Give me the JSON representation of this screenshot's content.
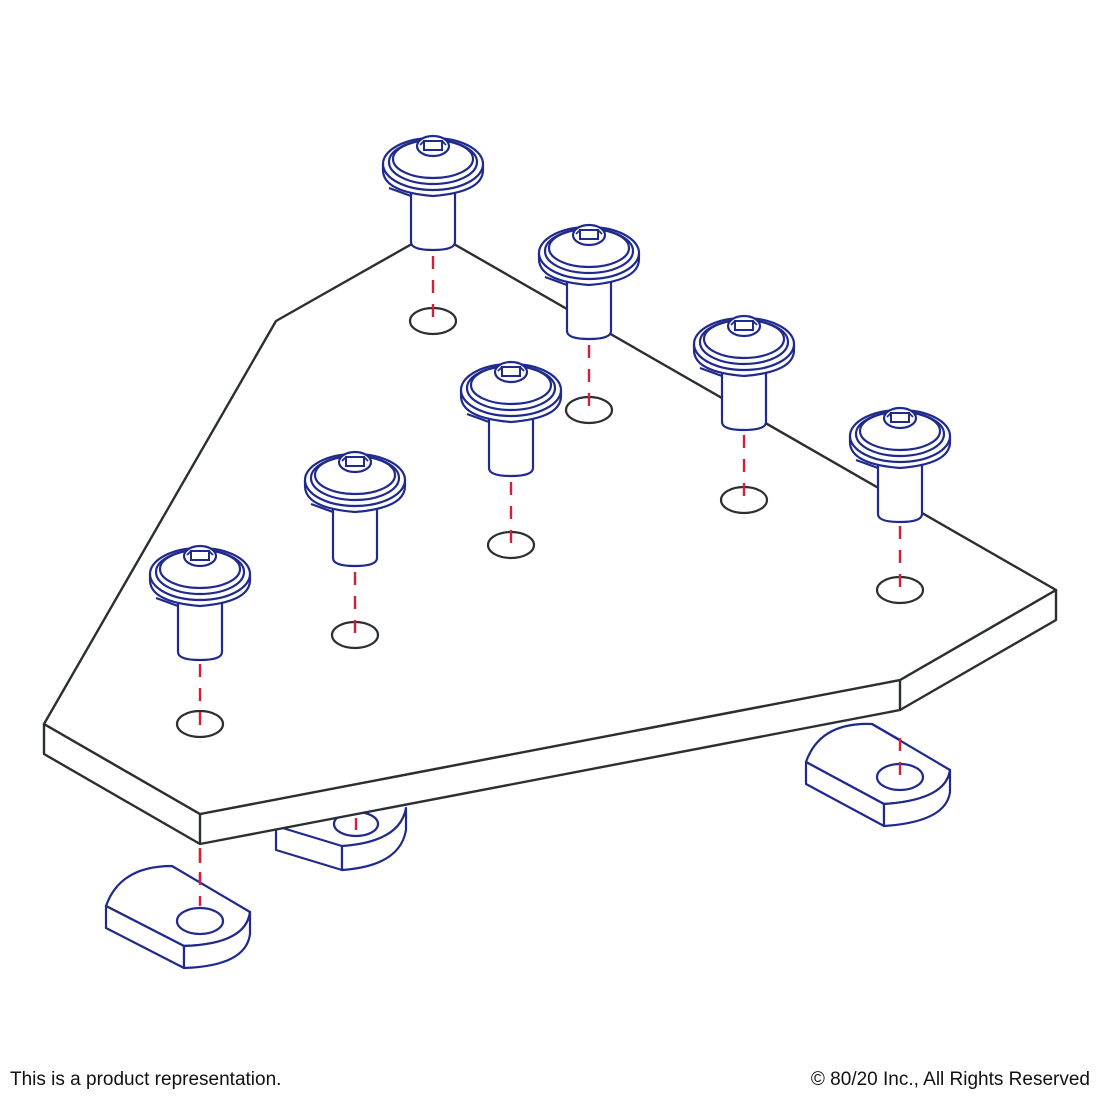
{
  "footer": {
    "disclaimer": "This is a product representation.",
    "copyright": "© 80/20 Inc., All Rights Reserved"
  },
  "colors": {
    "plate_stroke": "#2b2f33",
    "hardware_stroke": "#1f2a8c",
    "axis_line": "#d41f3a",
    "background": "#ffffff"
  },
  "parts": {
    "plate": "gusset-plate-icon",
    "screw": "button-head-socket-cap-screw-icon",
    "nut": "drop-in-t-nut-icon",
    "hole": "mounting-hole-icon"
  },
  "counts": {
    "screws": 7,
    "mounting_holes": 7,
    "t_nuts": 3
  }
}
